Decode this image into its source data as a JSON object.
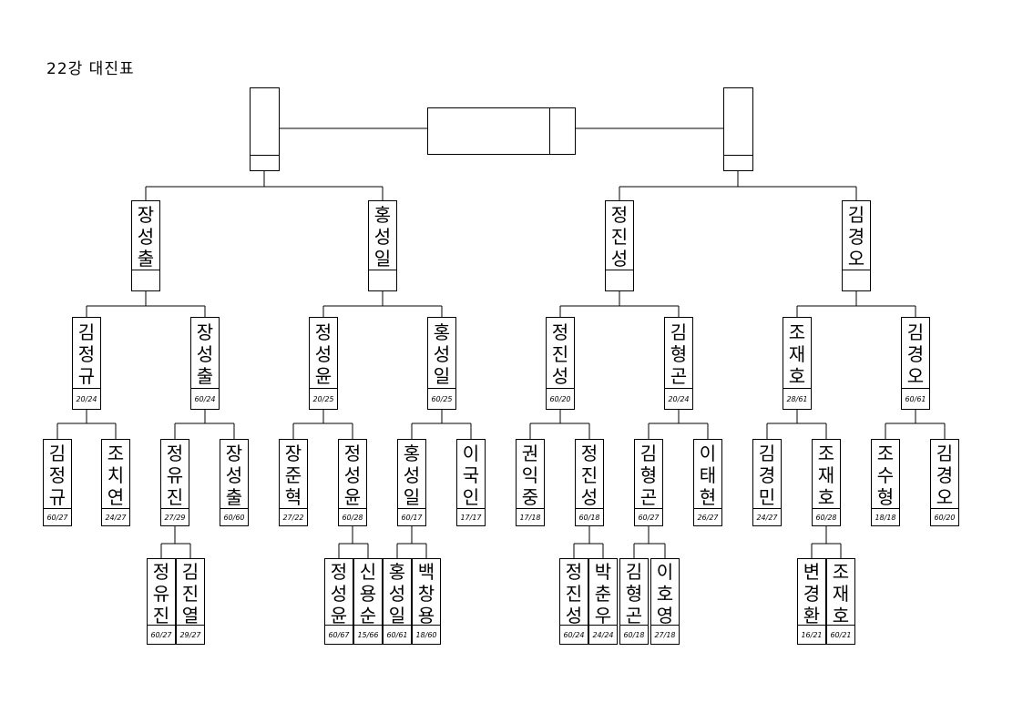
{
  "title": "22강 대진표",
  "final": {
    "left": "",
    "right": ""
  },
  "semis": [
    {
      "name": "",
      "score": ""
    },
    {
      "name": "",
      "score": ""
    }
  ],
  "quarters": [
    {
      "name": "장성출",
      "score": ""
    },
    {
      "name": "홍성일",
      "score": ""
    },
    {
      "name": "정진성",
      "score": ""
    },
    {
      "name": "김경오",
      "score": ""
    }
  ],
  "round16": [
    {
      "name": "김정규",
      "score": "20/24"
    },
    {
      "name": "장성출",
      "score": "60/24"
    },
    {
      "name": "정성윤",
      "score": "20/25"
    },
    {
      "name": "홍성일",
      "score": "60/25"
    },
    {
      "name": "정진성",
      "score": "60/20"
    },
    {
      "name": "김형곤",
      "score": "20/24"
    },
    {
      "name": "조재호",
      "score": "28/61"
    },
    {
      "name": "김경오",
      "score": "60/61"
    }
  ],
  "round32": [
    {
      "name": "김정규",
      "score": "60/27"
    },
    {
      "name": "조치연",
      "score": "24/27"
    },
    {
      "name": "정유진",
      "score": "27/29"
    },
    {
      "name": "장성출",
      "score": "60/60"
    },
    {
      "name": "장준혁",
      "score": "27/22"
    },
    {
      "name": "정성윤",
      "score": "60/28"
    },
    {
      "name": "홍성일",
      "score": "60/17"
    },
    {
      "name": "이국인",
      "score": "17/17"
    },
    {
      "name": "권익중",
      "score": "17/18"
    },
    {
      "name": "정진성",
      "score": "60/18"
    },
    {
      "name": "김형곤",
      "score": "60/27"
    },
    {
      "name": "이태현",
      "score": "26/27"
    },
    {
      "name": "김경민",
      "score": "24/27"
    },
    {
      "name": "조재호",
      "score": "60/28"
    },
    {
      "name": "조수형",
      "score": "18/18"
    },
    {
      "name": "김경오",
      "score": "60/20"
    }
  ],
  "round64": [
    {
      "name": "정유진",
      "score": "60/27"
    },
    {
      "name": "김진열",
      "score": "29/27"
    },
    {
      "name": "정성윤",
      "score": "60/67"
    },
    {
      "name": "신용순",
      "score": "15/66"
    },
    {
      "name": "홍성일",
      "score": "60/61"
    },
    {
      "name": "백창용",
      "score": "18/60"
    },
    {
      "name": "정진성",
      "score": "60/24"
    },
    {
      "name": "박춘우",
      "score": "24/24"
    },
    {
      "name": "김형곤",
      "score": "60/18"
    },
    {
      "name": "이호영",
      "score": "27/18"
    },
    {
      "name": "변경환",
      "score": "16/21"
    },
    {
      "name": "조재호",
      "score": "60/21"
    }
  ]
}
